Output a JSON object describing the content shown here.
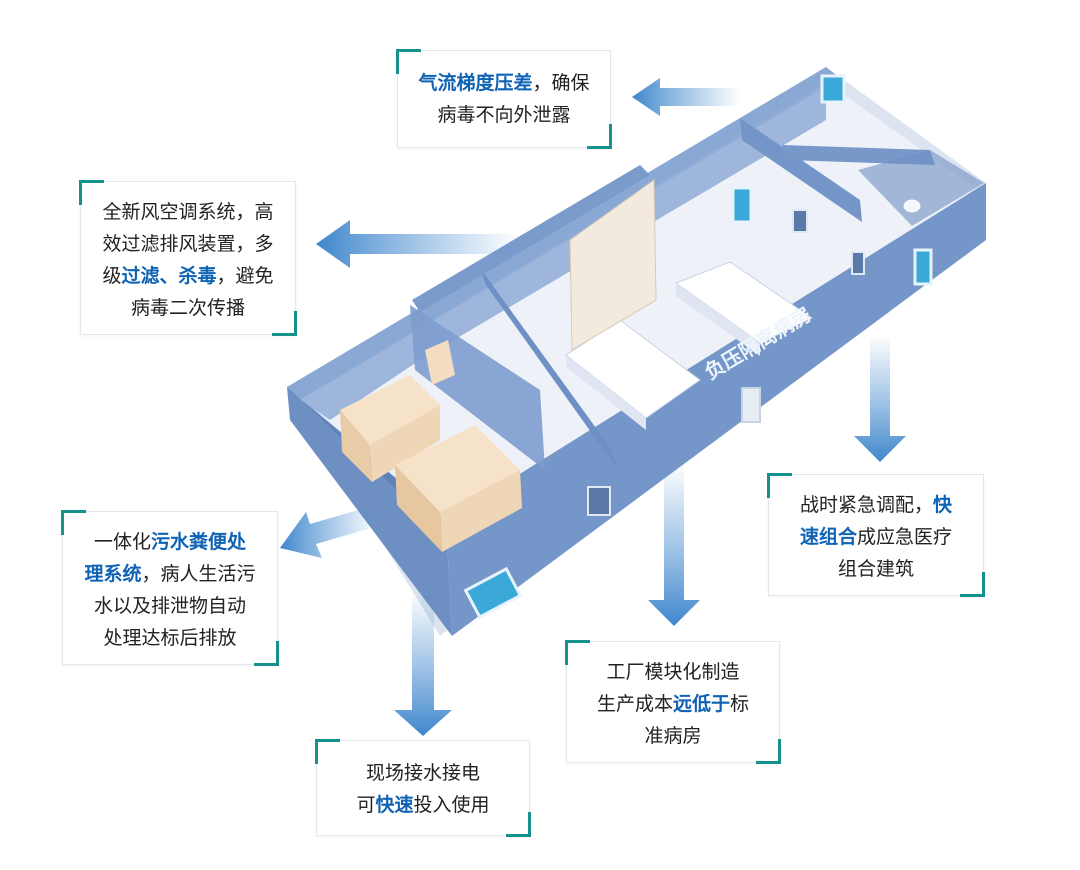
{
  "colors": {
    "accent": "#16928e",
    "highlight": "#0f63b4",
    "text": "#222222",
    "arrow": "#4a8ed0",
    "container_wall": "#6f92c4",
    "container_floor": "#f3f5f9"
  },
  "container": {
    "sign_text": "负压隔离病房"
  },
  "callouts": {
    "pressure": {
      "l1a": "气流梯度压差",
      "l1b": "，确保",
      "l2": "病毒不向外泄露"
    },
    "hvac": {
      "l1": "全新风空调系统，高",
      "l2": "效过滤排风装置，多",
      "l3a": "级",
      "l3b": "过滤",
      "l3c": "、",
      "l3d": "杀毒",
      "l3e": "，避免",
      "l4": "病毒二次传播"
    },
    "sewage": {
      "l1a": "一体化",
      "l1b": "污水粪便处",
      "l2a": "理系统",
      "l2b": "，病人生活污",
      "l3": "水以及排泄物自动",
      "l4": "处理达标后排放"
    },
    "emergency": {
      "l1a": "战时紧急调配，",
      "l1b": "快",
      "l2a": "速组合",
      "l2b": "成应急医疗",
      "l3": "组合建筑"
    },
    "factory": {
      "l1": "工厂模块化制造",
      "l2a": "生产成本",
      "l2b": "远低于",
      "l2c": "标",
      "l3": "准病房"
    },
    "site": {
      "l1": "现场接水接电",
      "l2a": "可",
      "l2b": "快速",
      "l2c": "投入使用"
    }
  }
}
